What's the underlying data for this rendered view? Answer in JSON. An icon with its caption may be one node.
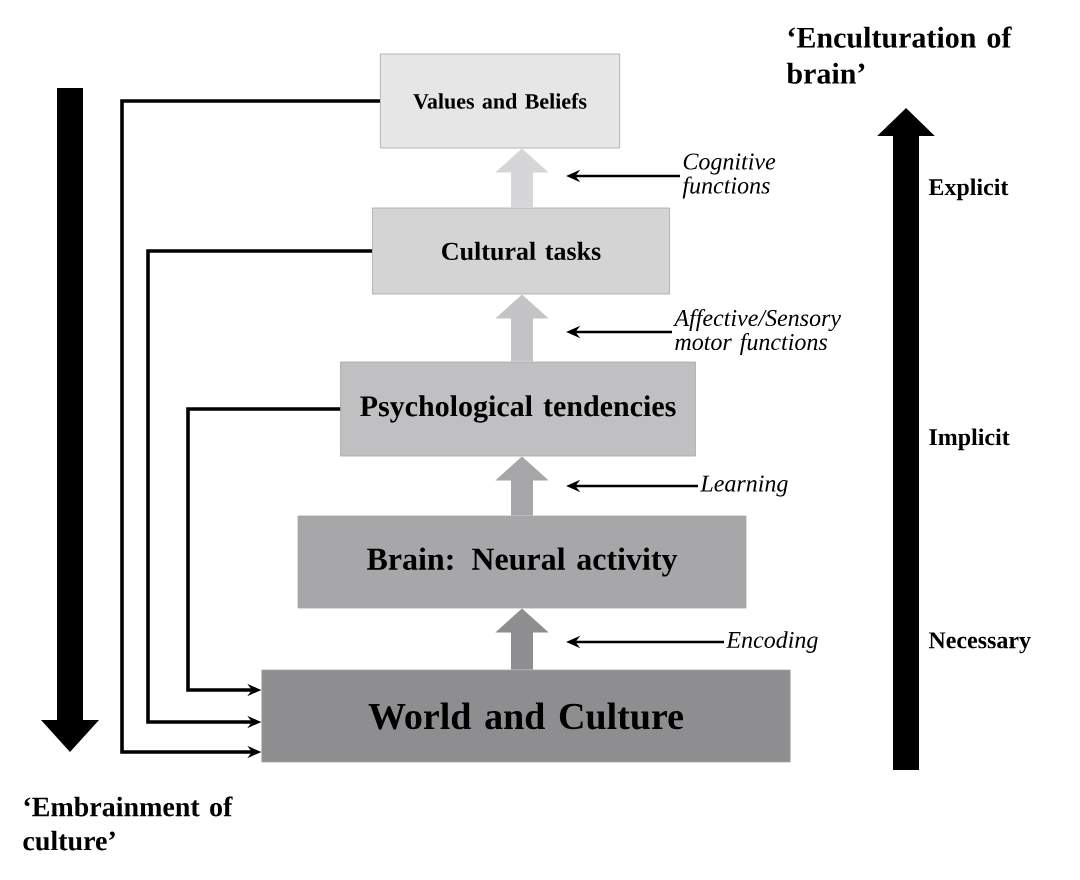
{
  "diagram": {
    "nodes": [
      {
        "text": [
          "Values and Beliefs"
        ]
      },
      {
        "text": [
          "Cultural tasks"
        ]
      },
      {
        "text": [
          "Psychological tendencies"
        ]
      },
      {
        "text": [
          "Brain: Neural activity"
        ]
      },
      {
        "text": [
          "World and Culture"
        ]
      },
      {
        "text": [
          "Cognitive functions"
        ]
      },
      {
        "text": [
          "Affective/Sensory motor functions"
        ]
      },
      {
        "text": [
          "Learning"
        ]
      },
      {
        "text": [
          "Encoding"
        ]
      }
    ],
    "edges": [
      {
        "from": 4,
        "to": 3,
        "arrow": "to",
        "style": "thick",
        "color": "#8e8e90"
      },
      {
        "from": 3,
        "to": 2,
        "arrow": "to",
        "style": "thick",
        "color": "#a6a6a8"
      },
      {
        "from": 2,
        "to": 1,
        "arrow": "to",
        "style": "thick",
        "color": "#c4c4c6"
      },
      {
        "from": 1,
        "to": 0,
        "arrow": "to",
        "style": "thick",
        "color": "#d6d6d8"
      },
      {
        "from": 0,
        "to": 4,
        "arrow": "to"
      },
      {
        "from": 1,
        "to": 4,
        "arrow": "to"
      },
      {
        "from": 2,
        "to": 4,
        "arrow": "to"
      },
      {
        "from": 5,
        "to": null,
        "arrow": "to"
      },
      {
        "from": 6,
        "to": null,
        "arrow": "to"
      },
      {
        "from": 7,
        "to": null,
        "arrow": "to"
      },
      {
        "from": 8,
        "to": null,
        "arrow": "to"
      }
    ],
    "labels": [
      "‘Enculturation of brain’",
      "Explicit",
      "Implicit",
      "Necessary",
      "‘Embrainment of culture’"
    ]
  }
}
